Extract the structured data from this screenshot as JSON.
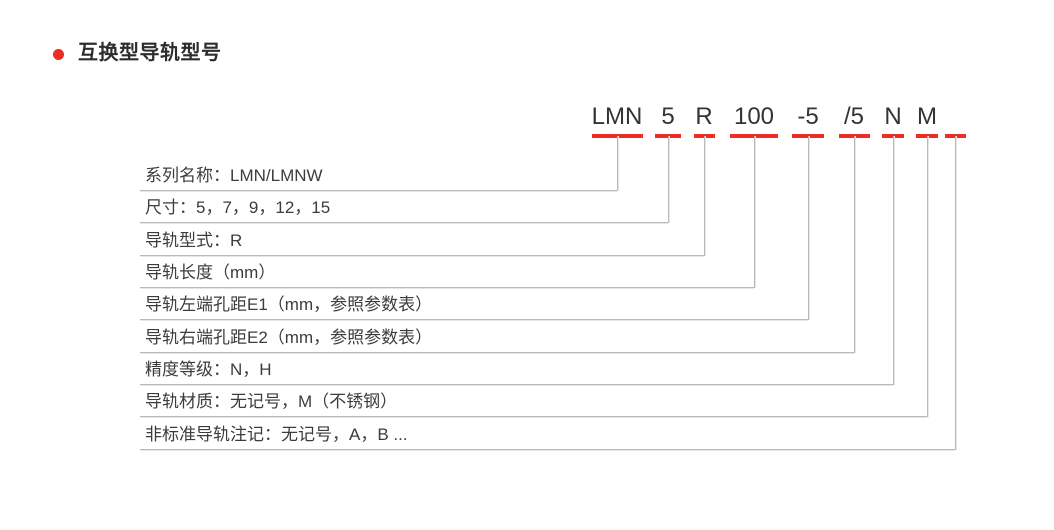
{
  "section": {
    "heading": "互换型导轨型号"
  },
  "model_code": {
    "segments": [
      {
        "code": "LMN",
        "description": "系列名称：LMN/LMNW"
      },
      {
        "code": "5",
        "description": "尺寸：5，7，9，12，15"
      },
      {
        "code": "R",
        "description": "导轨型式：R"
      },
      {
        "code": "100",
        "description": "导轨长度（mm）"
      },
      {
        "code": "-5",
        "description": "导轨左端孔距E1（mm，参照参数表）"
      },
      {
        "code": "/5",
        "description": "导轨右端孔距E2（mm，参照参数表）"
      },
      {
        "code": "N",
        "description": "精度等级：N，H"
      },
      {
        "code": "M",
        "description": "导轨材质：无记号，M（不锈钢）"
      },
      {
        "code": "",
        "description": "非标准导轨注记：无记号，A，B ..."
      }
    ]
  },
  "colors": {
    "accent_red": "#ed2c24",
    "connector_gray": "#b9b9b9",
    "text_primary": "#333333",
    "text_secondary": "#3c3c3c"
  }
}
